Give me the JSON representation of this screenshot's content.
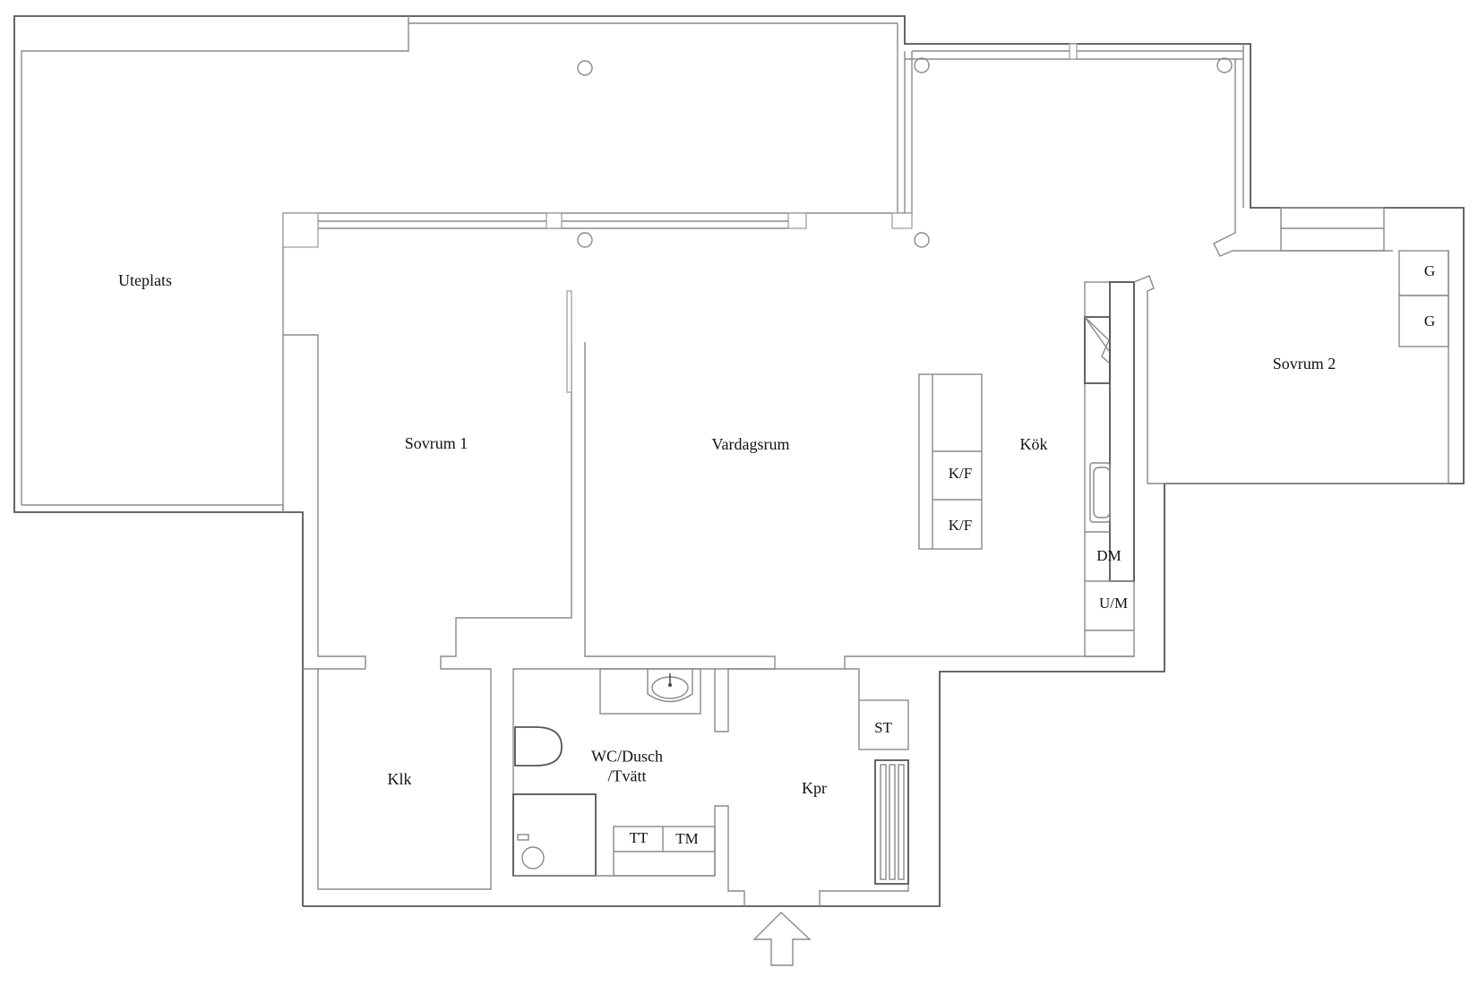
{
  "plan": {
    "type": "apartment floor plan",
    "rooms": [
      {
        "id": "uteplats",
        "label": "Uteplats"
      },
      {
        "id": "sovrum1",
        "label": "Sovrum 1"
      },
      {
        "id": "vardagsrum",
        "label": "Vardagsrum"
      },
      {
        "id": "kok",
        "label": "Kök"
      },
      {
        "id": "sovrum2",
        "label": "Sovrum 2"
      },
      {
        "id": "klk",
        "label": "Klk"
      },
      {
        "id": "wc",
        "label_line1": "WC/Dusch",
        "label_line2": "/Tvätt"
      },
      {
        "id": "kpr",
        "label": "Kpr"
      }
    ],
    "fixtures": {
      "kf1": "K/F",
      "kf2": "K/F",
      "dm": "DM",
      "um": "U/M",
      "g1": "G",
      "g2": "G",
      "st": "ST",
      "tt": "TT",
      "tm": "TM"
    },
    "entrance_arrow": "entrance-arrow",
    "colors": {
      "wall": "#8a8a8a",
      "background": "#ffffff",
      "text": "#111111"
    }
  }
}
